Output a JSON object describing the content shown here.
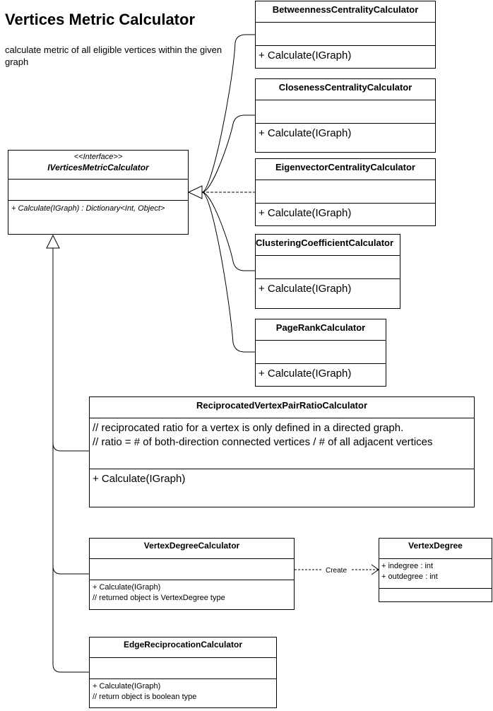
{
  "page": {
    "title": "Vertices Metric Calculator",
    "description": "calculate metric of all eligible vertices within the given graph"
  },
  "interface": {
    "stereotype": "<<Interface>>",
    "name": "IVerticesMetricCalculator",
    "operation": "+ Calculate(IGraph) : Dictionary<Int, Object>"
  },
  "classes": {
    "betweenness": {
      "name": "BetweennessCentralityCalculator",
      "operation": "+ Calculate(IGraph)"
    },
    "closeness": {
      "name": "ClosenessCentralityCalculator",
      "operation": "+ Calculate(IGraph)"
    },
    "eigenvector": {
      "name": "EigenvectorCentralityCalculator",
      "operation": "+ Calculate(IGraph)"
    },
    "clustering": {
      "name": "ClusteringCoefficientCalculator",
      "operation": "+ Calculate(IGraph)"
    },
    "pagerank": {
      "name": "PageRankCalculator",
      "operation": "+ Calculate(IGraph)"
    },
    "reciprocated": {
      "name": "ReciprocatedVertexPairRatioCalculator",
      "note_line1": "// reciprocated ratio for a vertex is only defined in a directed graph.",
      "note_line2": "// ratio = # of both-direction connected vertices / # of all adjacent vertices",
      "operation": "+ Calculate(IGraph)"
    },
    "vertexdegreecalc": {
      "name": "VertexDegreeCalculator",
      "operation": "+ Calculate(IGraph)",
      "comment": "// returned object is VertexDegree type"
    },
    "vertexdegree": {
      "name": "VertexDegree",
      "attr1": "+ indegree : int",
      "attr2": "+ outdegree : int"
    },
    "edgereciprocation": {
      "name": "EdgeReciprocationCalculator",
      "operation": "+ Calculate(IGraph)",
      "comment": "// return object is boolean type"
    }
  },
  "relations": {
    "create_label": "Create"
  }
}
